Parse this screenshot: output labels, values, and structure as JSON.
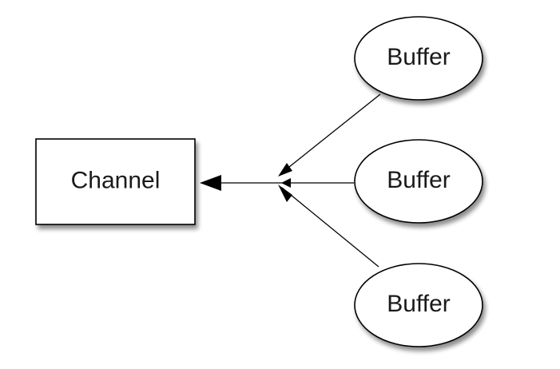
{
  "diagram": {
    "channel": {
      "label": "Channel"
    },
    "buffers": [
      {
        "label": "Buffer"
      },
      {
        "label": "Buffer"
      },
      {
        "label": "Buffer"
      }
    ]
  },
  "colors": {
    "stroke": "#000000",
    "fill": "#ffffff",
    "text": "#1a1a1a",
    "shadow": "#b0b0b0"
  }
}
